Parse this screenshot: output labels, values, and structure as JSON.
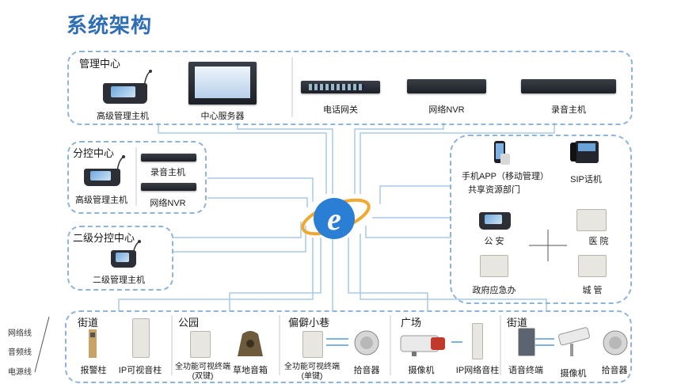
{
  "page": {
    "title": "系统架构"
  },
  "groups": {
    "management_center": {
      "title": "管理中心",
      "devices": [
        "高级管理主机",
        "中心服务器",
        "电话网关",
        "网络NVR",
        "录音主机"
      ]
    },
    "branch_control": {
      "title": "分控中心",
      "devices": [
        "高级管理主机",
        "录音主机",
        "网络NVR"
      ]
    },
    "sub_branch_control": {
      "title": "二级分控中心",
      "devices": [
        "二级管理主机"
      ]
    },
    "external": {
      "devices": [
        "手机APP（移动管理）",
        "共享资源部门",
        "SIP话机",
        "公 安",
        "医 院",
        "政府应急办",
        "城 管"
      ]
    },
    "field": {
      "zones": [
        {
          "title": "街道",
          "devices": [
            "报警柱",
            "IP可视音柱"
          ]
        },
        {
          "title": "公园",
          "devices": [
            "全功能可视终端",
            "(双键)",
            "草地音箱"
          ]
        },
        {
          "title": "偏僻小巷",
          "devices": [
            "全功能可视终端",
            "(单键)",
            "拾音器"
          ]
        },
        {
          "title": "广场",
          "devices": [
            "摄像机",
            "IP网络音柱"
          ]
        },
        {
          "title": "街道",
          "devices": [
            "语音终端",
            "摄像机",
            "拾音器"
          ]
        }
      ]
    }
  },
  "legend": [
    "网络线",
    "音频线",
    "电源线"
  ],
  "colors": {
    "title": "#2f6db5",
    "box_border": "#8fb4d9",
    "network_line": "#a8c8e8"
  }
}
